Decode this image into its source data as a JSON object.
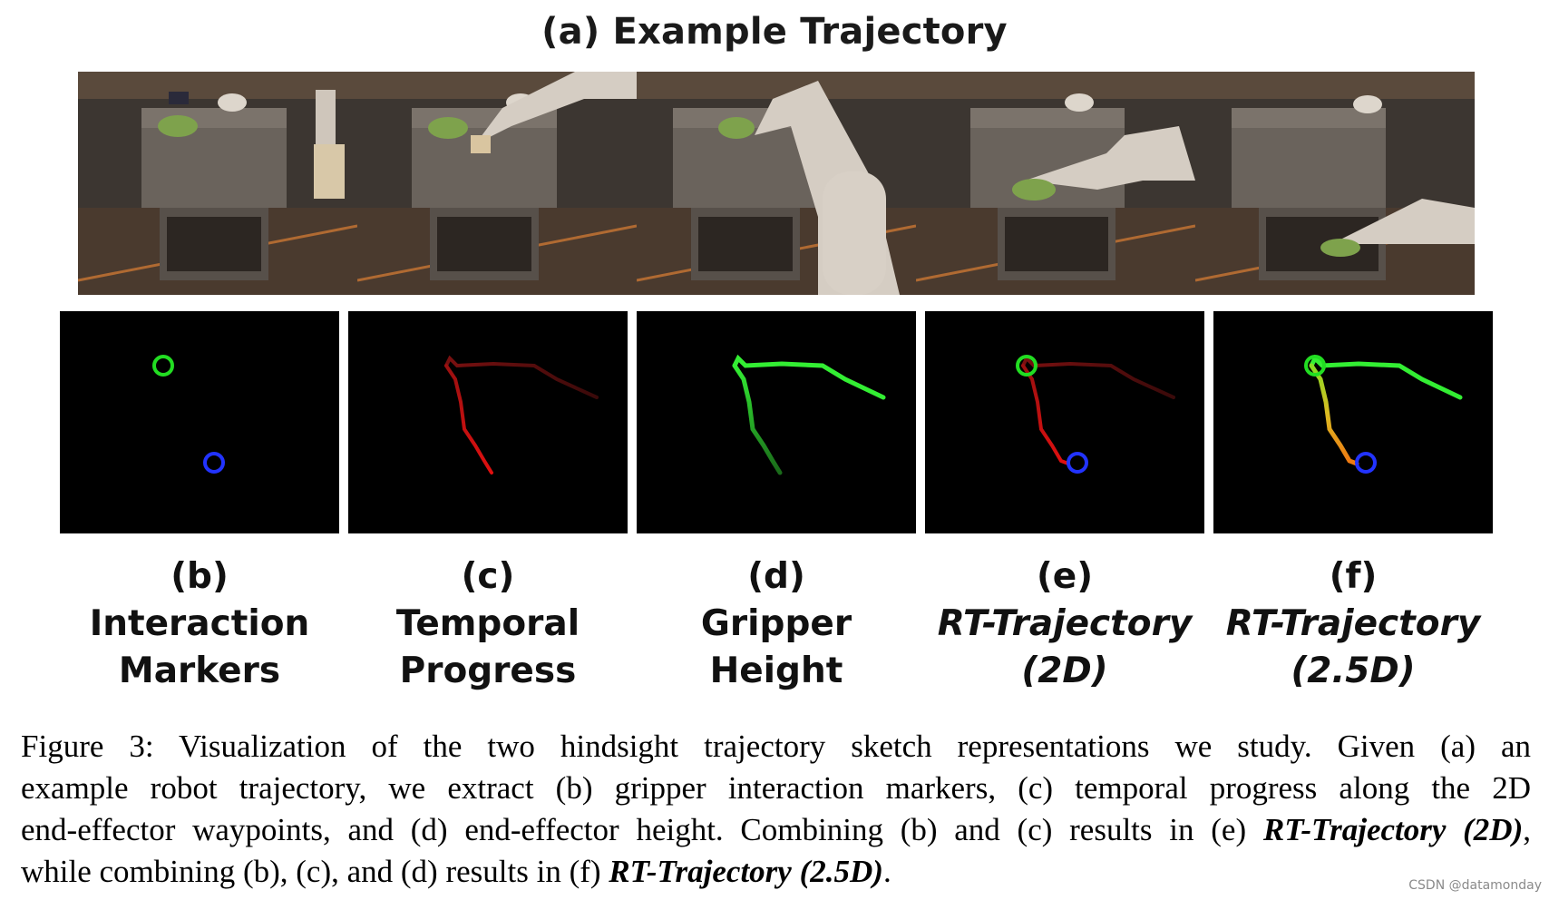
{
  "figure": {
    "title": "(a) Example Trajectory",
    "panels": [
      {
        "id": "b",
        "letter": "(b)",
        "line1": "Interaction",
        "line2": "Markers",
        "italic": false
      },
      {
        "id": "c",
        "letter": "(c)",
        "line1": "Temporal",
        "line2": "Progress",
        "italic": false
      },
      {
        "id": "d",
        "letter": "(d)",
        "line1": "Gripper",
        "line2": "Height",
        "italic": false
      },
      {
        "id": "e",
        "letter": "(e)",
        "line1": "RT-Trajectory",
        "line2": "(2D)",
        "italic": true
      },
      {
        "id": "f",
        "letter": "(f)",
        "line1": "RT-Trajectory",
        "line2": "(2.5D)",
        "italic": true
      }
    ],
    "colors": {
      "panel_background": "#000000",
      "marker_start": "#22dd22",
      "marker_end": "#2233ff",
      "temporal_early": "#3a0a0a",
      "temporal_late": "#e01010",
      "height_high": "#33ee33",
      "height_low": "#1a6a1a",
      "photo_wall": "#3c3631",
      "photo_desk": "#6a635c"
    }
  },
  "caption": {
    "line1": "Figure 3:  Visualization of the two hindsight trajectory sketch representations we study.  Given (a) an",
    "line2": "example robot trajectory, we extract (b) gripper interaction markers, (c) temporal progress along the 2D",
    "line3": "end-effector waypoints, and (d) end-effector height. Combining (b) and (c) results in (e) ",
    "line3_em": "RT-Trajectory (2D)",
    "line3_end": ",",
    "line4": "while combining (b), (c), and (d) results in (f) ",
    "line4_em": "RT-Trajectory (2.5D)",
    "line4_end": "."
  },
  "watermark": "CSDN @datamonday"
}
